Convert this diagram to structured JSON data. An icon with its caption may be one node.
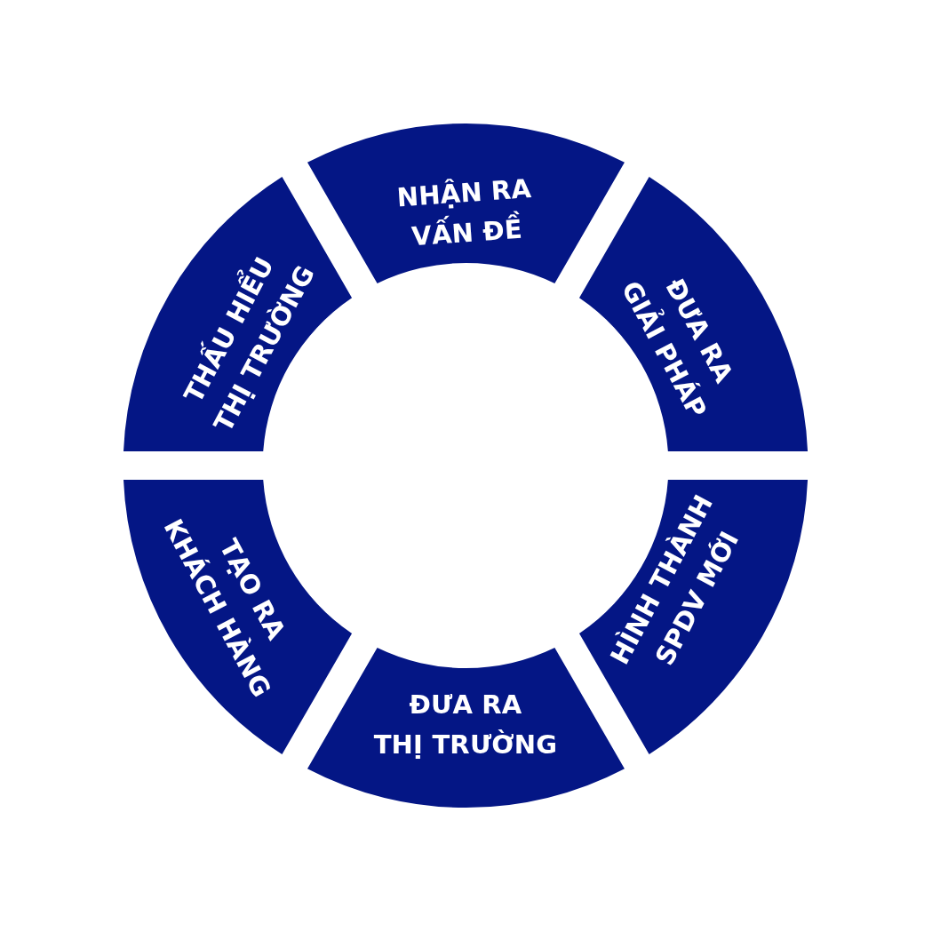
{
  "diagram": {
    "nodes": [
      {
        "text": [
          "NHẬN RA VẤN ĐỀ"
        ]
      },
      {
        "text": [
          "ĐƯA RA GIẢI PHÁP"
        ]
      },
      {
        "text": [
          "HÌNH THÀNH SPDV MỚI"
        ]
      },
      {
        "text": [
          "ĐƯA RA THỊ TRƯỜNG"
        ]
      },
      {
        "text": [
          "TẠO RA KHÁCH HÀNG"
        ]
      },
      {
        "text": [
          "THẤU HIỂU THỊ TRƯỜNG"
        ]
      }
    ]
  }
}
